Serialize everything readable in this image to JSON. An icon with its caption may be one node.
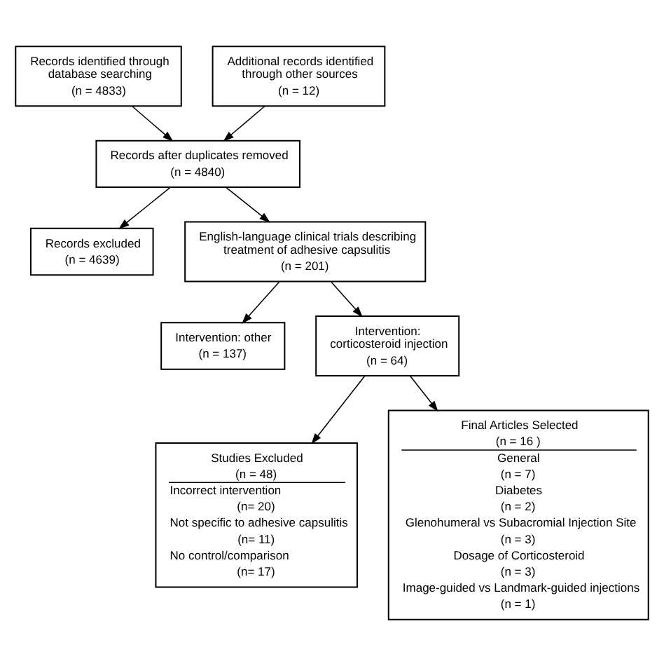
{
  "diagram": {
    "nodes": [
      {
        "text": [
          "Records identified through database searching",
          "(n = 4833)"
        ]
      },
      {
        "text": [
          "Additional records identified through other sources",
          "(n = 12)"
        ]
      },
      {
        "text": [
          "Records after duplicates removed",
          "(n = 4840)"
        ]
      },
      {
        "text": [
          "Records excluded",
          "(n = 4639)"
        ]
      },
      {
        "text": [
          "English-language clinical trials describing treatment of adhesive capsulitis",
          "(n = 201)"
        ]
      },
      {
        "text": [
          "Intervention: other",
          "(n = 137)"
        ]
      },
      {
        "text": [
          "Intervention: corticosteroid injection",
          "(n = 64)"
        ]
      },
      {
        "text": [
          "Studies Excluded",
          "(n = 48)",
          "Incorrect intervention",
          "(n= 20)",
          "Not specific to adhesive capsulitis",
          "(n= 11)",
          "No control/comparison",
          "(n= 17)"
        ]
      },
      {
        "text": [
          "Final Articles Selected",
          "(n = 16 )",
          "General",
          "(n = 7)",
          "Diabetes",
          "(n = 2)",
          "Glenohumeral vs Subacromial Injection Site",
          "(n = 3)",
          "Dosage of Corticosteroid",
          "(n = 3)",
          "Image-guided vs Landmark-guided injections",
          "(n = 1)"
        ]
      }
    ],
    "edges": [
      {
        "from": 0,
        "to": 2,
        "arrow": "to"
      },
      {
        "from": 1,
        "to": 2,
        "arrow": "to"
      },
      {
        "from": 2,
        "to": 3,
        "arrow": "to"
      },
      {
        "from": 2,
        "to": 4,
        "arrow": "to"
      },
      {
        "from": 4,
        "to": 5,
        "arrow": "to"
      },
      {
        "from": 4,
        "to": 6,
        "arrow": "to"
      },
      {
        "from": 6,
        "to": 7,
        "arrow": "to"
      },
      {
        "from": 6,
        "to": 8,
        "arrow": "to"
      }
    ]
  }
}
